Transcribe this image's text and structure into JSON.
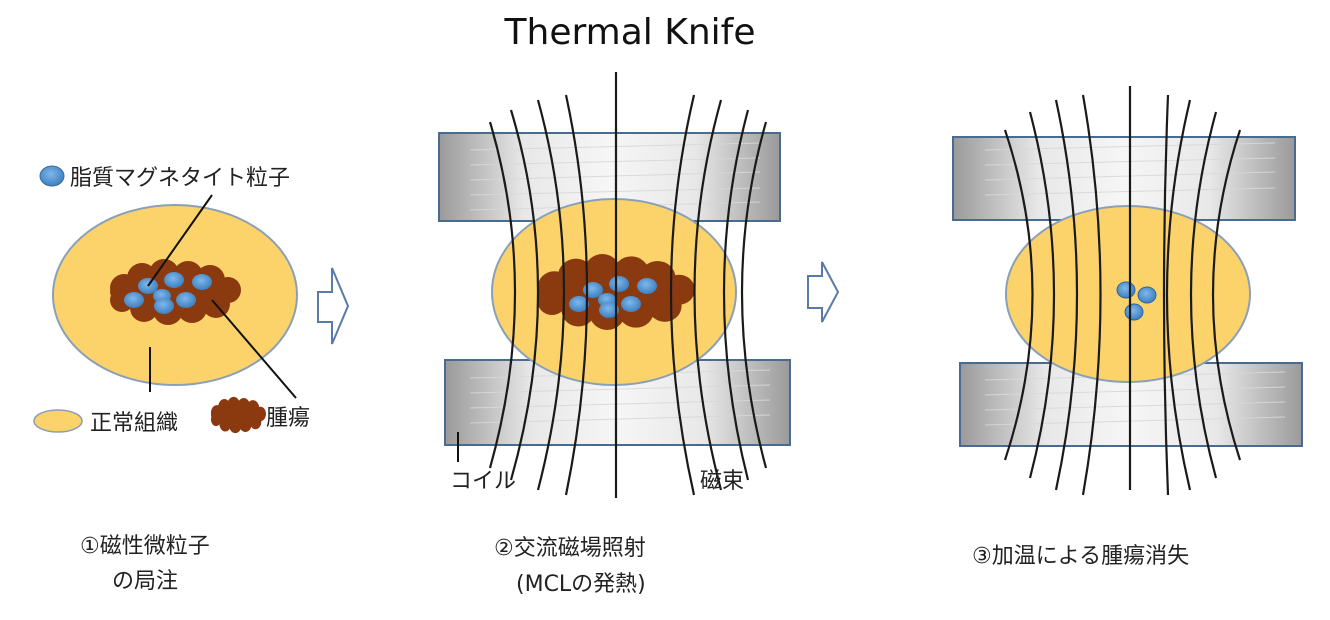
{
  "title": "Thermal Knife",
  "colors": {
    "normal_tissue": "#FCD36A",
    "normal_tissue_stroke": "#8AA0B8",
    "tumor": "#8B3A10",
    "particle": "#4A90D0",
    "coil_dark": "#9A9A9A",
    "coil_light": "#F4F4F4",
    "coil_stroke": "#4A6A90",
    "arrow_stroke": "#5A7AA8",
    "field_line": "#1A1A1A"
  },
  "panels": [
    {
      "id": "panel-1",
      "caption_line1": "①磁性微粒子",
      "caption_line2": "の局注",
      "legend": {
        "particle_label": "脂質マグネタイト粒子",
        "normal_tissue_label": "正常組織",
        "tumor_label": "腫瘍"
      }
    },
    {
      "id": "panel-2",
      "caption_line1": "②交流磁場照射",
      "caption_line2": "(MCLの発熱)",
      "labels": {
        "coil": "コイル",
        "magnetic_flux": "磁束"
      }
    },
    {
      "id": "panel-3",
      "caption_line1": "③加温による腫瘍消失"
    }
  ],
  "arrows": [
    {
      "from": "panel-1",
      "to": "panel-2"
    },
    {
      "from": "panel-2",
      "to": "panel-3"
    }
  ]
}
